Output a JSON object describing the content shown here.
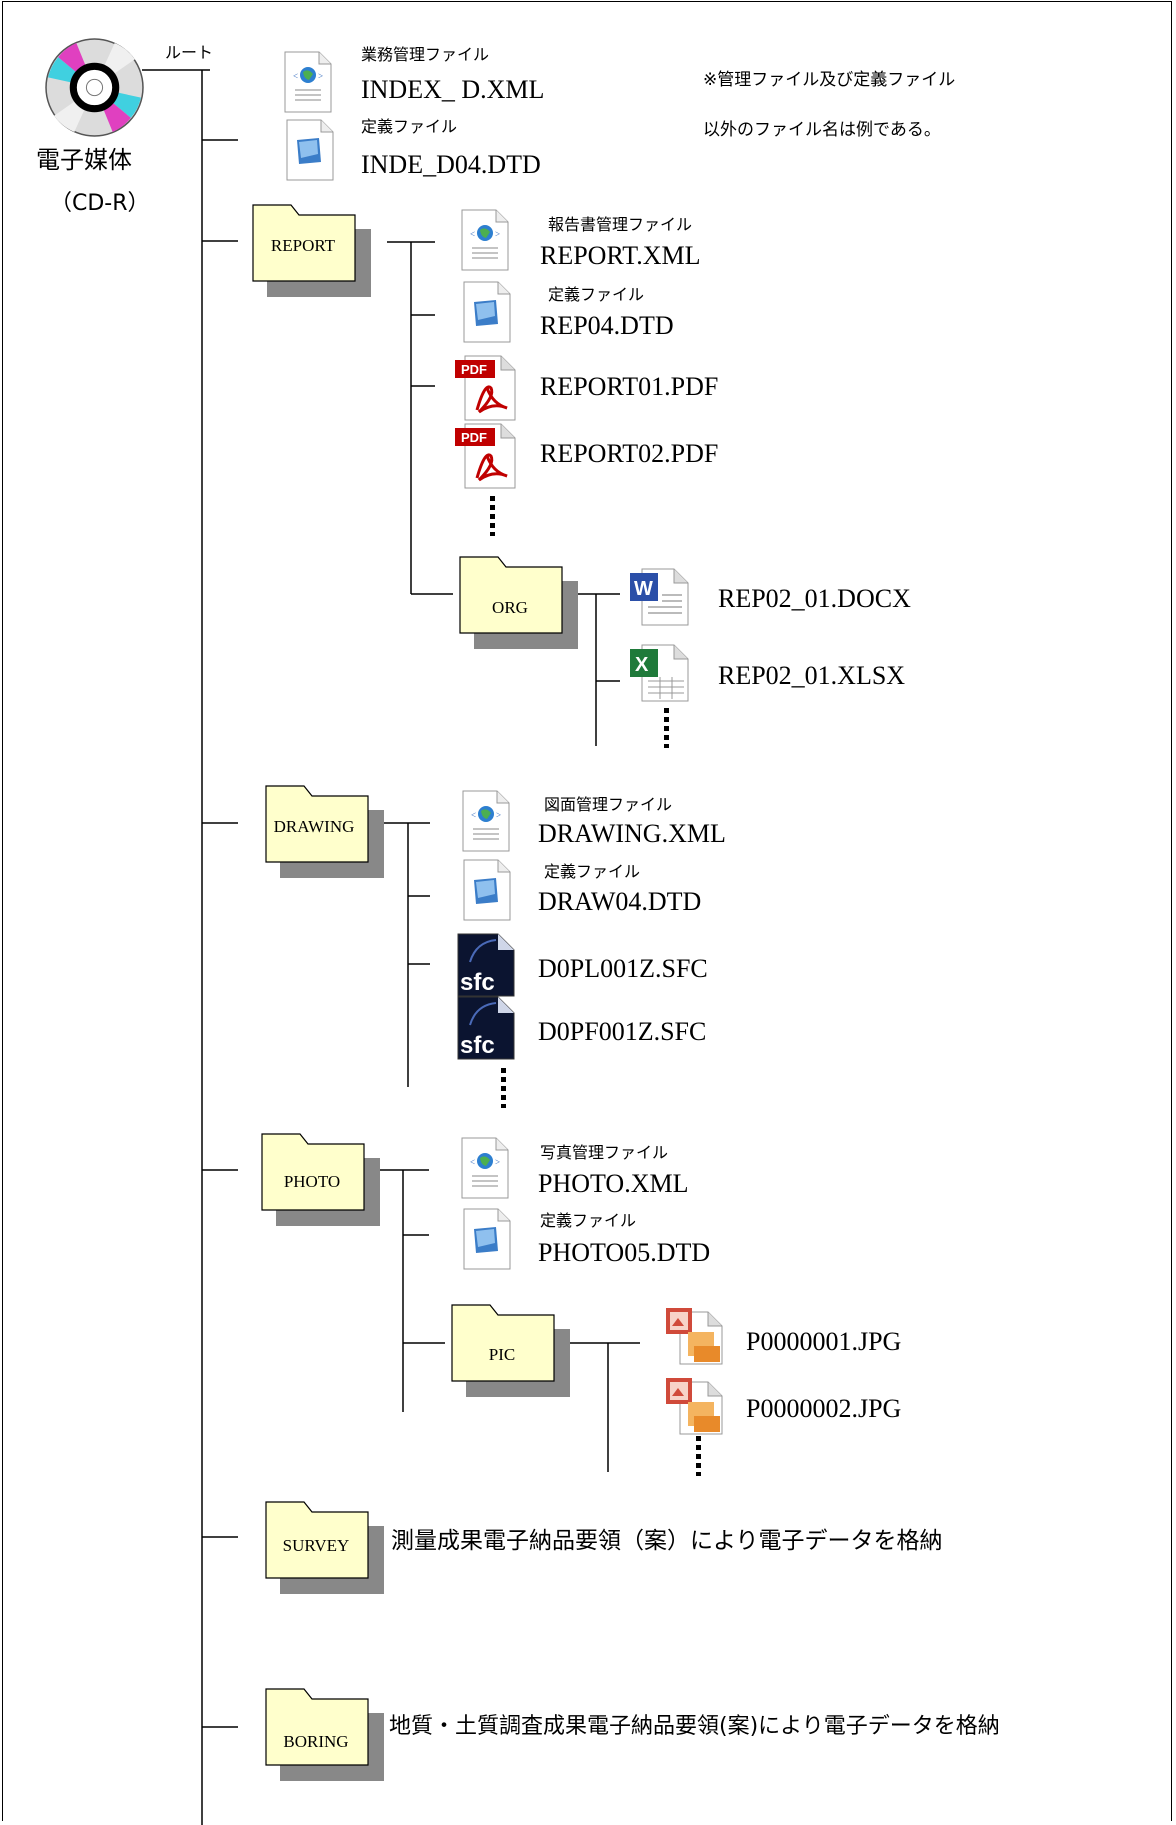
{
  "root": {
    "media_label": "電子媒体",
    "media_sub": "（CD-R）",
    "root_label": "ルート"
  },
  "note": {
    "line1": "※管理ファイル及び定義ファイル",
    "line2": "以外のファイル名は例である。"
  },
  "root_files": [
    {
      "caption": "業務管理ファイル",
      "name": "INDEX_ D.XML",
      "icon": "xml-doc-icon"
    },
    {
      "caption": "定義ファイル",
      "name": "INDE_D04.DTD",
      "icon": "dtd-doc-icon"
    }
  ],
  "folders": {
    "report": {
      "label": "REPORT",
      "files": [
        {
          "caption": "報告書管理ファイル",
          "name": "REPORT.XML",
          "icon": "xml-doc-icon"
        },
        {
          "caption": "定義ファイル",
          "name": "REP04.DTD",
          "icon": "dtd-doc-icon"
        },
        {
          "name": "REPORT01.PDF",
          "icon": "pdf-icon"
        },
        {
          "name": "REPORT02.PDF",
          "icon": "pdf-icon"
        }
      ],
      "org": {
        "label": "ORG",
        "files": [
          {
            "name": "REP02_01.DOCX",
            "icon": "word-icon"
          },
          {
            "name": "REP02_01.XLSX",
            "icon": "excel-icon"
          }
        ]
      }
    },
    "drawing": {
      "label": "DRAWING",
      "files": [
        {
          "caption": "図面管理ファイル",
          "name": "DRAWING.XML",
          "icon": "xml-doc-icon"
        },
        {
          "caption": "定義ファイル",
          "name": "DRAW04.DTD",
          "icon": "dtd-doc-icon"
        },
        {
          "name": "D0PL001Z.SFC",
          "icon": "sfc-icon",
          "icon_text": "sfc"
        },
        {
          "name": "D0PF001Z.SFC",
          "icon": "sfc-icon",
          "icon_text": "sfc"
        }
      ]
    },
    "photo": {
      "label": "PHOTO",
      "files": [
        {
          "caption": "写真管理ファイル",
          "name": "PHOTO.XML",
          "icon": "xml-doc-icon"
        },
        {
          "caption": "定義ファイル",
          "name": "PHOTO05.DTD",
          "icon": "dtd-doc-icon"
        }
      ],
      "pic": {
        "label": "PIC",
        "files": [
          {
            "name": "P0000001.JPG",
            "icon": "image-file-icon"
          },
          {
            "name": "P0000002.JPG",
            "icon": "image-file-icon"
          }
        ]
      }
    },
    "survey": {
      "label": "SURVEY",
      "desc": "測量成果電子納品要領（案）により電子データを格納"
    },
    "boring": {
      "label": "BORING",
      "desc": "地質・土質調査成果電子納品要領(案)により電子データを格納"
    }
  },
  "colors": {
    "folder_fill": "#ffffcc",
    "folder_shadow": "#808080",
    "pdf_red": "#c00000",
    "sfc_bg": "#0b1430"
  },
  "icon_text": {
    "pdf": "PDF",
    "word": "W",
    "excel": "X"
  }
}
